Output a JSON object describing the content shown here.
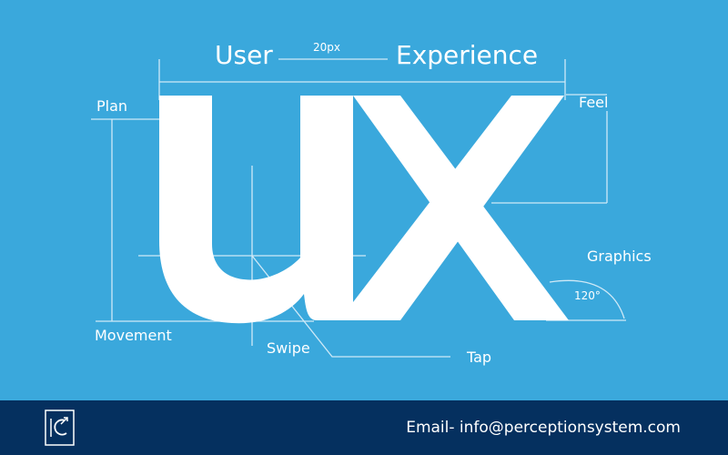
{
  "banner": {
    "user": "User",
    "spacing": "20px",
    "experience": "Experience",
    "plan": "Plan",
    "feel": "Feel",
    "graphics": "Graphics",
    "angle": "120°",
    "movement": "Movement",
    "swipe": "Swipe",
    "tap": "Tap",
    "logo_text": "UX"
  },
  "colors": {
    "background": "#3aa8dc",
    "footer": "#05305f"
  },
  "footer": {
    "email": "Email- info@perceptionsystem.com",
    "logo_icon": "perception-system-logo"
  }
}
